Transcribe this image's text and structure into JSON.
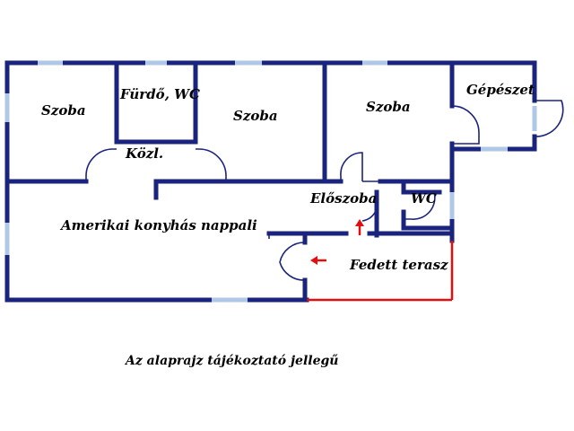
{
  "rooms": {
    "szoba1": "Szoba",
    "furdo_wc": "Fürdő, WC",
    "szoba2": "Szoba",
    "szoba3": "Szoba",
    "gepeszet": "Gépészet",
    "kozl": "Közl.",
    "eloszoba": "Előszoba",
    "wc": "WC",
    "nappali": "Amerikai konyhás nappali",
    "terasz": "Fedett terasz"
  },
  "footer_note": "Az alaprajz tájékoztató jellegű",
  "colors": {
    "wall": "#1a237e",
    "window": "#b0c8e8",
    "terrace_edge": "#e01010",
    "arrow": "#e01010"
  }
}
